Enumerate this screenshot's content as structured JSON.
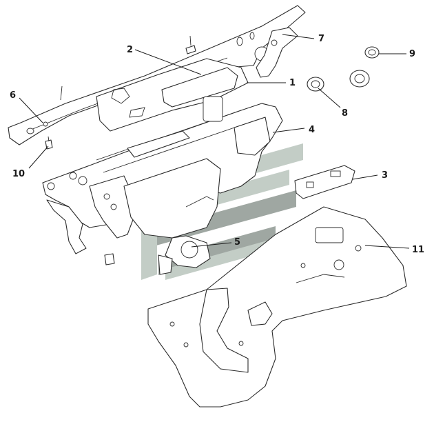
{
  "colors": {
    "line": "#2b2b2b",
    "watermark_dark": "#8f9892",
    "watermark_light": "#b9c5bd",
    "background": "#ffffff"
  },
  "watermark": {
    "icon": "stylized-e-logo-icon"
  },
  "callouts": [
    {
      "id": "c1",
      "label": "1"
    },
    {
      "id": "c2",
      "label": "2"
    },
    {
      "id": "c3",
      "label": "3"
    },
    {
      "id": "c4",
      "label": "4"
    },
    {
      "id": "c5",
      "label": "5"
    },
    {
      "id": "c6",
      "label": "6"
    },
    {
      "id": "c7",
      "label": "7"
    },
    {
      "id": "c8",
      "label": "8"
    },
    {
      "id": "c9",
      "label": "9"
    },
    {
      "id": "c10",
      "label": "10"
    },
    {
      "id": "c11",
      "label": "11"
    }
  ]
}
